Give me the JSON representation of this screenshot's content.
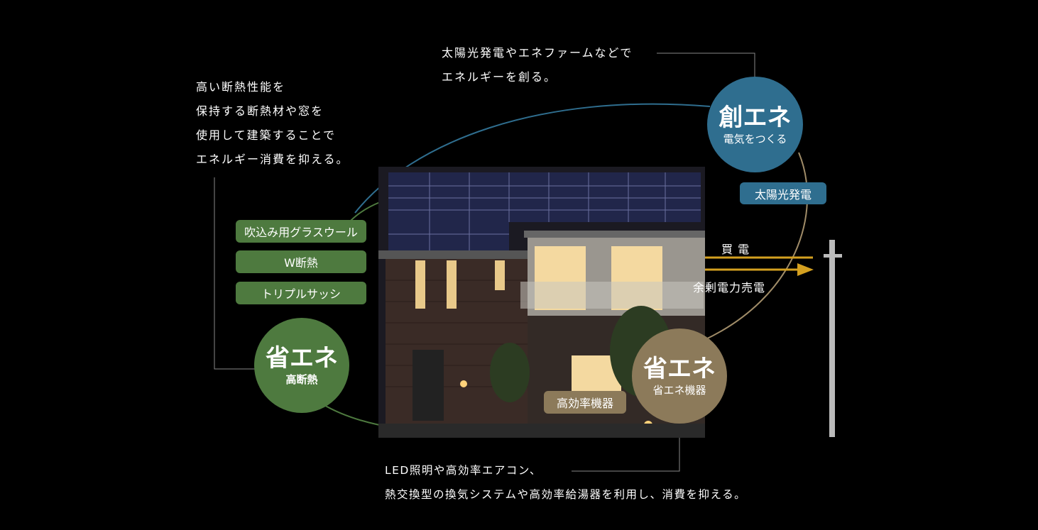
{
  "notes": {
    "create": [
      "太陽光発電やエネファームなどで",
      "エネルギーを創る。"
    ],
    "insulation": [
      "高い断熱性能を",
      "保持する断熱材や窓を",
      "使用して建築することで",
      "エネルギー消費を抑える。"
    ],
    "equipment": [
      "LED照明や高効率エアコン、",
      "熱交換型の換気システムや高効率給湯器を利用し、消費を抑える。"
    ]
  },
  "circles": {
    "create": {
      "title": "創エネ",
      "subtitle": "電気をつくる",
      "color": "#2f6e8f"
    },
    "insulation": {
      "title": "省エネ",
      "subtitle": "高断熱",
      "color": "#4e7a3f"
    },
    "equipment": {
      "title": "省エネ",
      "subtitle": "省エネ機器",
      "color": "#8c7a5a"
    }
  },
  "tags": {
    "insulation": [
      "吹込み用グラスウール",
      "W断熱",
      "トリプルサッシ"
    ],
    "create": "太陽光発電",
    "equipment": "高効率機器"
  },
  "arrows": {
    "buy": "買 電",
    "sell": "余剰電力売電",
    "color": "#d4a020"
  },
  "colors": {
    "background": "#000000",
    "line_blue": "#2f6e8f",
    "line_green": "#4e7a3f",
    "line_tan": "#a08c68",
    "connector": "#888888"
  }
}
